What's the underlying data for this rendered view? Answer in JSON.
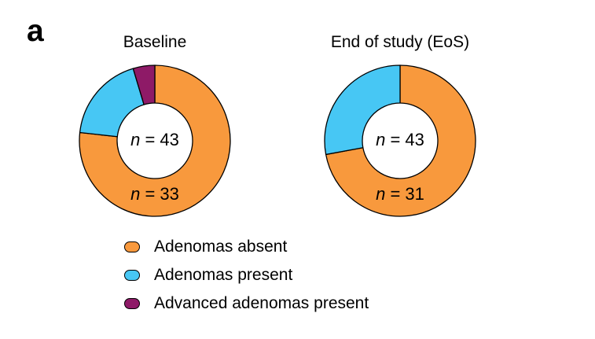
{
  "panel_label": "a",
  "chart_data": {
    "type": "pie",
    "variant": "donut",
    "legend_position": "bottom-left",
    "outline_color": "#000000",
    "legend": [
      {
        "label": "Adenomas absent",
        "color": "#F8993D"
      },
      {
        "label": "Adenomas present",
        "color": "#47C7F4"
      },
      {
        "label": "Advanced adenomas present",
        "color": "#8E1A67"
      }
    ],
    "charts": [
      {
        "title": "Baseline",
        "center_label": "n = 43",
        "total": 43,
        "segments": [
          {
            "category": "Adenomas absent",
            "value": 33,
            "label": "n = 33"
          },
          {
            "category": "Adenomas present",
            "value": 8,
            "label": ""
          },
          {
            "category": "Advanced adenomas present",
            "value": 2,
            "label": ""
          }
        ]
      },
      {
        "title": "End of study (EoS)",
        "center_label": "n = 43",
        "total": 43,
        "segments": [
          {
            "category": "Adenomas absent",
            "value": 31,
            "label": "n = 31"
          },
          {
            "category": "Adenomas present",
            "value": 12,
            "label": ""
          },
          {
            "category": "Advanced adenomas present",
            "value": 0,
            "label": ""
          }
        ]
      }
    ]
  }
}
